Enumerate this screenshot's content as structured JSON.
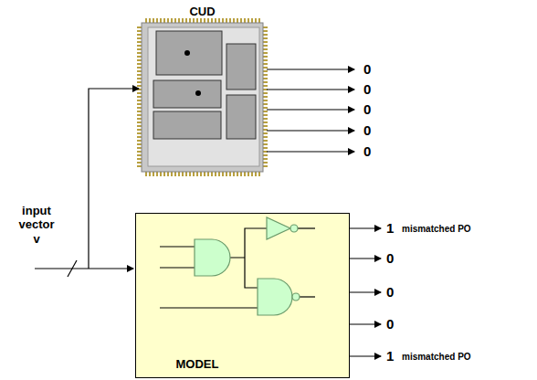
{
  "diagram": {
    "nodes": [
      {
        "text": [
          "CUD"
        ]
      },
      {
        "text": [
          "MODEL"
        ]
      }
    ],
    "labels": [
      "0",
      "0",
      "0",
      "0",
      "0",
      "input vector v",
      "1",
      "mismatched PO",
      "0",
      "0",
      "0",
      "1",
      "mismatched PO"
    ]
  }
}
